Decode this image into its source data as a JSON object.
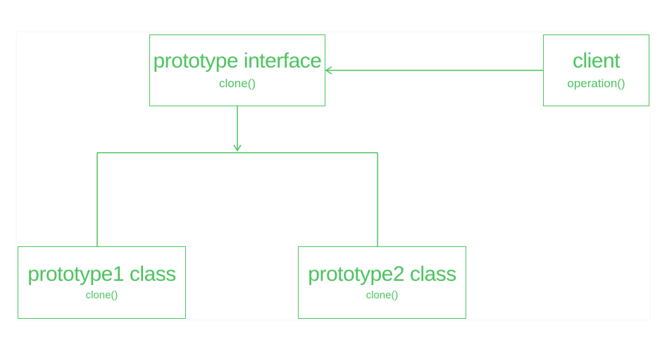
{
  "diagram": {
    "stroke_color": "#4cc45f",
    "nodes": {
      "interface": {
        "title": "prototype interface",
        "method": "clone()"
      },
      "client": {
        "title": "client",
        "method": "operation()"
      },
      "prototype1": {
        "title": "prototype1 class",
        "method": "clone()"
      },
      "prototype2": {
        "title": "prototype2 class",
        "method": "clone()"
      }
    },
    "edges": [
      {
        "from": "client",
        "to": "interface",
        "arrow": "open"
      },
      {
        "from": "interface",
        "to": "prototype-branch",
        "arrow": "open"
      }
    ]
  }
}
